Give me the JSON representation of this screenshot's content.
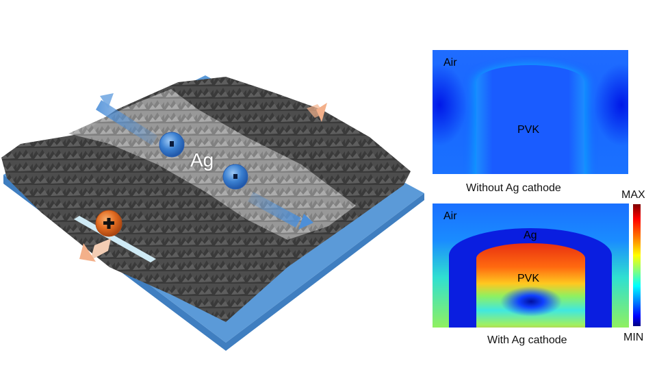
{
  "illustration": {
    "label_ag": "Ag",
    "charges": [
      {
        "type": "negative",
        "symbol": "-",
        "color": "#3a7fd0"
      },
      {
        "type": "negative",
        "symbol": "-",
        "color": "#3a7fd0"
      },
      {
        "type": "positive",
        "symbol": "+",
        "color": "#e06a20"
      }
    ],
    "substrate_color": "#4a8fd0",
    "film_color": "#4a4a4a",
    "ag_strip_color": "#9a9a9a",
    "arrow_blue": "#4d8fd8",
    "arrow_orange": "#f3b08a"
  },
  "panels": {
    "top": {
      "air_label": "Air",
      "pvk_label": "PVK",
      "caption": "Without Ag cathode"
    },
    "bottom": {
      "air_label": "Air",
      "ag_label": "Ag",
      "pvk_label": "PVK",
      "caption": "With Ag cathode"
    }
  },
  "colorbar": {
    "max_label": "MAX",
    "min_label": "MIN"
  }
}
